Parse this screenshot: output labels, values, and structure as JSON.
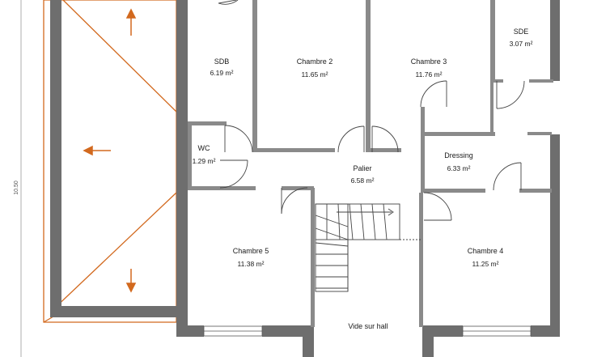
{
  "dimension": {
    "height_label": "10.50"
  },
  "rooms": {
    "sdb": {
      "name": "SDB",
      "area": "6.19 m²"
    },
    "chambre2": {
      "name": "Chambre 2",
      "area": "11.65 m²"
    },
    "chambre3": {
      "name": "Chambre 3",
      "area": "11.76 m²"
    },
    "sde": {
      "name": "SDE",
      "area": "3.07 m²"
    },
    "wc": {
      "name": "WC",
      "area": "1.29 m²"
    },
    "dressing": {
      "name": "Dressing",
      "area": "6.33 m²"
    },
    "palier": {
      "name": "Palier",
      "area": "6.58 m²"
    },
    "chambre5": {
      "name": "Chambre 5",
      "area": "11.38 m²"
    },
    "chambre4": {
      "name": "Chambre 4",
      "area": "11.25 m²"
    },
    "hall": {
      "name": "Vide sur hall"
    }
  },
  "colors": {
    "wall": "#6e6e6e",
    "thin_wall": "#8a8a8a",
    "roof": "#d2691e",
    "line": "#333333"
  }
}
